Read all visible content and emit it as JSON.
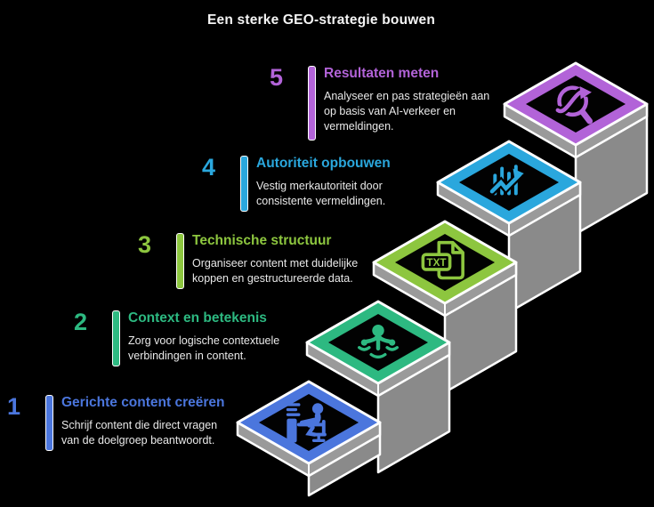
{
  "header": {
    "title": "Een sterke GEO-strategie bouwen"
  },
  "colors": {
    "background": "#000000",
    "body_text": "#e9e9e9",
    "title_text": "#f4f4f4",
    "platform_top_gray": "#9a9a9a",
    "platform_riser_gray": "#8a8a8a",
    "outline_white": "#ffffff",
    "diamond_center_black": "#020202"
  },
  "steps": [
    {
      "number": "1",
      "title": "Gerichte content creëren",
      "description": "Schrijf content die direct vragen\nvan de doelgroep beantwoordt.",
      "color": "#4b76dd",
      "icon": "content-writer-desk-icon"
    },
    {
      "number": "2",
      "title": "Context en betekenis",
      "description": "Zorg voor logische contextuele\nverbindingen in content.",
      "color": "#2db981",
      "icon": "semantic-network-icon"
    },
    {
      "number": "3",
      "title": "Technische structuur",
      "description": "Organiseer content met duidelijke\nkoppen en gestructureerde data.",
      "color": "#8dc63f",
      "icon": "txt-file-icon",
      "icon_label": "TXT"
    },
    {
      "number": "4",
      "title": "Autoriteit opbouwen",
      "description": "Vestig merkautoriteit door\nconsistente vermeldingen.",
      "color": "#2aa7dd",
      "icon": "growth-chart-icon"
    },
    {
      "number": "5",
      "title": "Resultaten meten",
      "description": "Analyseer en pas strategieën aan\nop basis van AI-verkeer en\nvermeldingen.",
      "color": "#b263d8",
      "icon": "analytics-search-icon"
    }
  ]
}
